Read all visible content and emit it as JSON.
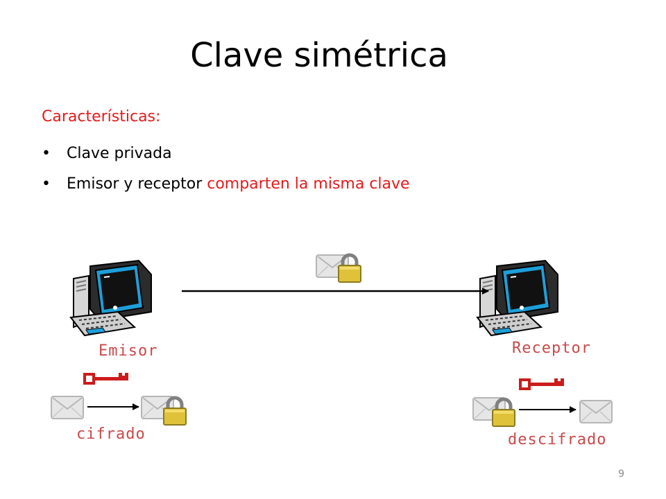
{
  "slide": {
    "title": "Clave simétrica",
    "subheading": "Características:",
    "bullets": [
      {
        "marker": "•",
        "text": "Clave privada",
        "highlight": ""
      },
      {
        "marker": "•",
        "text": "Emisor y receptor ",
        "highlight": "comparten la misma clave"
      }
    ],
    "page_number": "9"
  },
  "diagram": {
    "sender_label": "Emisor",
    "receiver_label": "Receptor",
    "encrypt_label": "cifrado",
    "decrypt_label": "descifrado",
    "icons": [
      "computer-icon",
      "envelope-icon",
      "padlock-icon",
      "key-icon"
    ]
  },
  "colors": {
    "accent_red": "#e31b1b",
    "key_red": "#cc1b1b",
    "label_red": "#c84a4a",
    "monitor_screen": "#111111",
    "monitor_frame": "#1d9fd9",
    "padlock_gold": "#e0c23a",
    "page_number_grey": "#8a8a8a"
  }
}
